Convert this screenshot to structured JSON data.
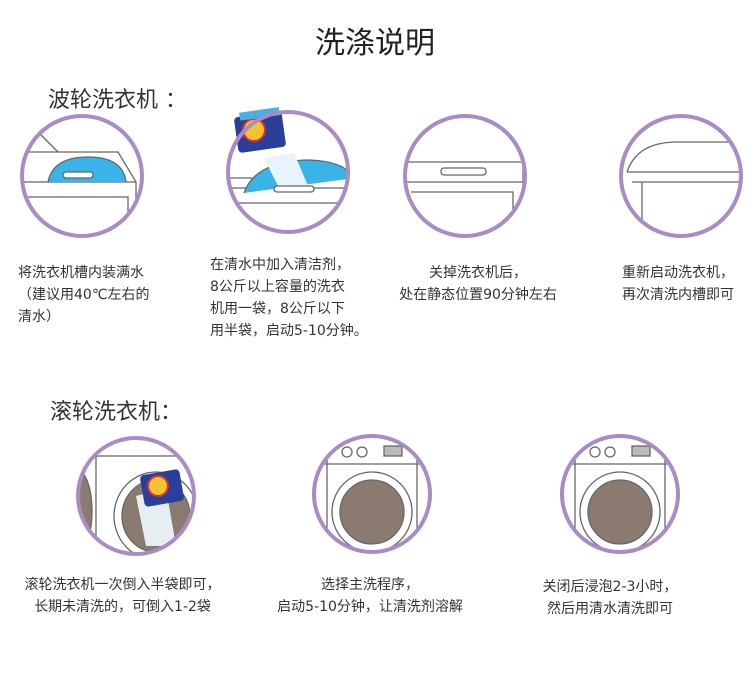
{
  "title": "洗涤说明",
  "accent_color": "#a98cc4",
  "water_color": "#3ab4e8",
  "top_loader": {
    "heading": "波轮洗衣机 ：",
    "steps": [
      {
        "lines": [
          "将洗衣机槽内装满水",
          "（建议用40℃左右的",
          "清水）"
        ]
      },
      {
        "lines": [
          "在清水中加入清洁剂，",
          "8公斤以上容量的洗衣",
          "机用一袋，8公斤以下",
          "用半袋，启动5-10分钟。"
        ]
      },
      {
        "lines": [
          "关掉洗衣机后，",
          "处在静态位置90分钟左右"
        ]
      },
      {
        "lines": [
          "重新启动洗衣机，",
          "再次清洗内槽即可"
        ]
      }
    ]
  },
  "front_loader": {
    "heading": "滚轮洗衣机：",
    "steps": [
      {
        "lines": [
          "滚轮洗衣机一次倒入半袋即可，",
          "长期未清洗的，可倒入1-2袋"
        ]
      },
      {
        "lines": [
          "选择主洗程序，",
          "启动5-10分钟，让清洗剂溶解"
        ]
      },
      {
        "lines": [
          "关闭后浸泡2-3小时，",
          "然后用清水清洗即可"
        ]
      }
    ]
  }
}
